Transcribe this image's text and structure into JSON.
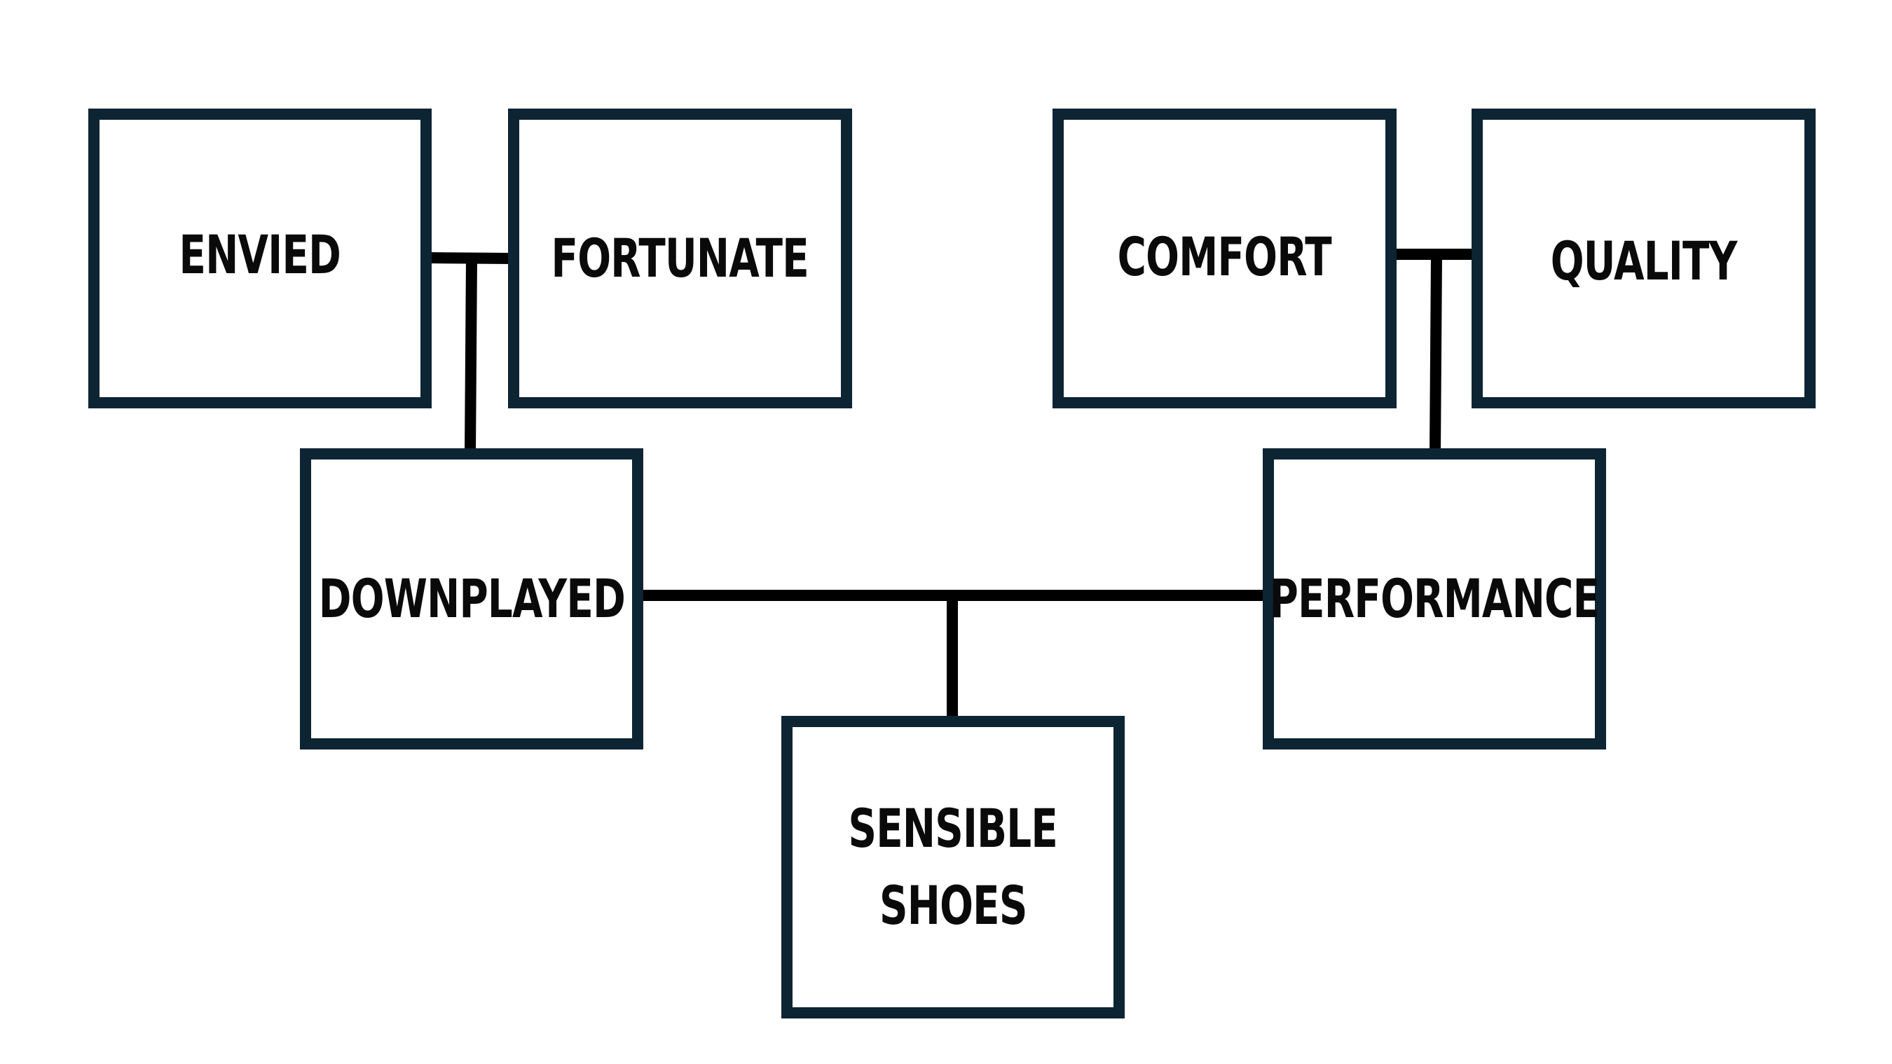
{
  "diagram": {
    "nodes": {
      "envied": {
        "label": "ENVIED"
      },
      "fortunate": {
        "label": "FORTUNATE"
      },
      "comfort": {
        "label": "COMFORT"
      },
      "quality": {
        "label": "QUALITY"
      },
      "downplayed": {
        "label": "DOWNPLAYED"
      },
      "performance": {
        "label": "PERFORMANCE"
      },
      "sensible_shoes": {
        "label_line1": "SENSIBLE",
        "label_line2": "SHOES"
      }
    },
    "colors": {
      "box_border": "#0d2433",
      "connector": "#000000",
      "text": "#0a0a0a",
      "background": "#ffffff"
    }
  }
}
